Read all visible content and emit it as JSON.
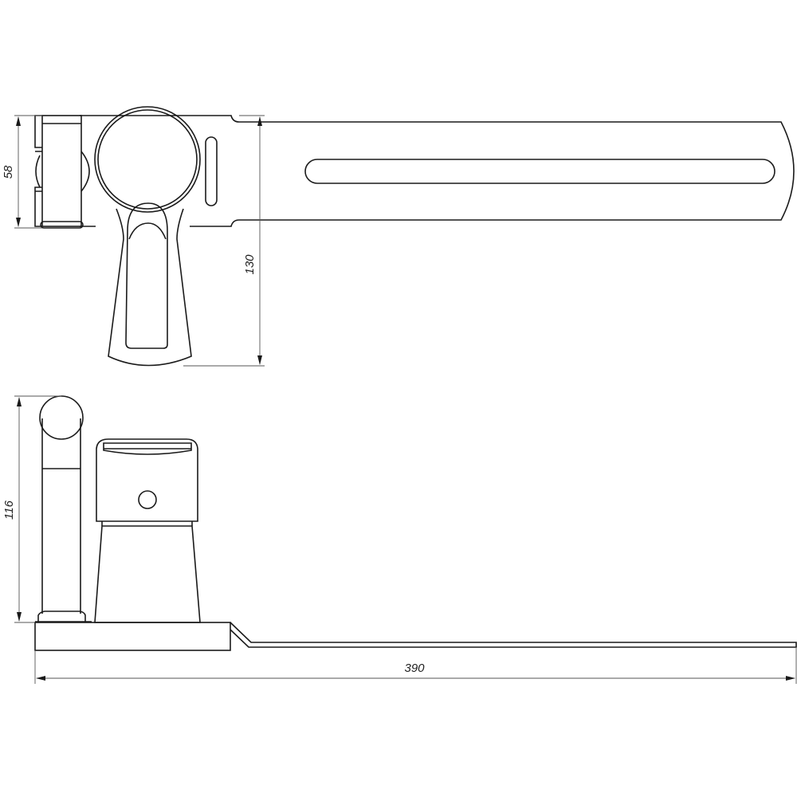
{
  "drawing": {
    "top_view": {
      "dimensions": {
        "height_body": "58",
        "height_overall": "130"
      }
    },
    "front_view": {
      "dimensions": {
        "height_overall": "116",
        "length_overall": "390"
      }
    },
    "colors": {
      "line": "#1a1a1a",
      "dimension_line": "#555555",
      "background": "#ffffff"
    }
  }
}
